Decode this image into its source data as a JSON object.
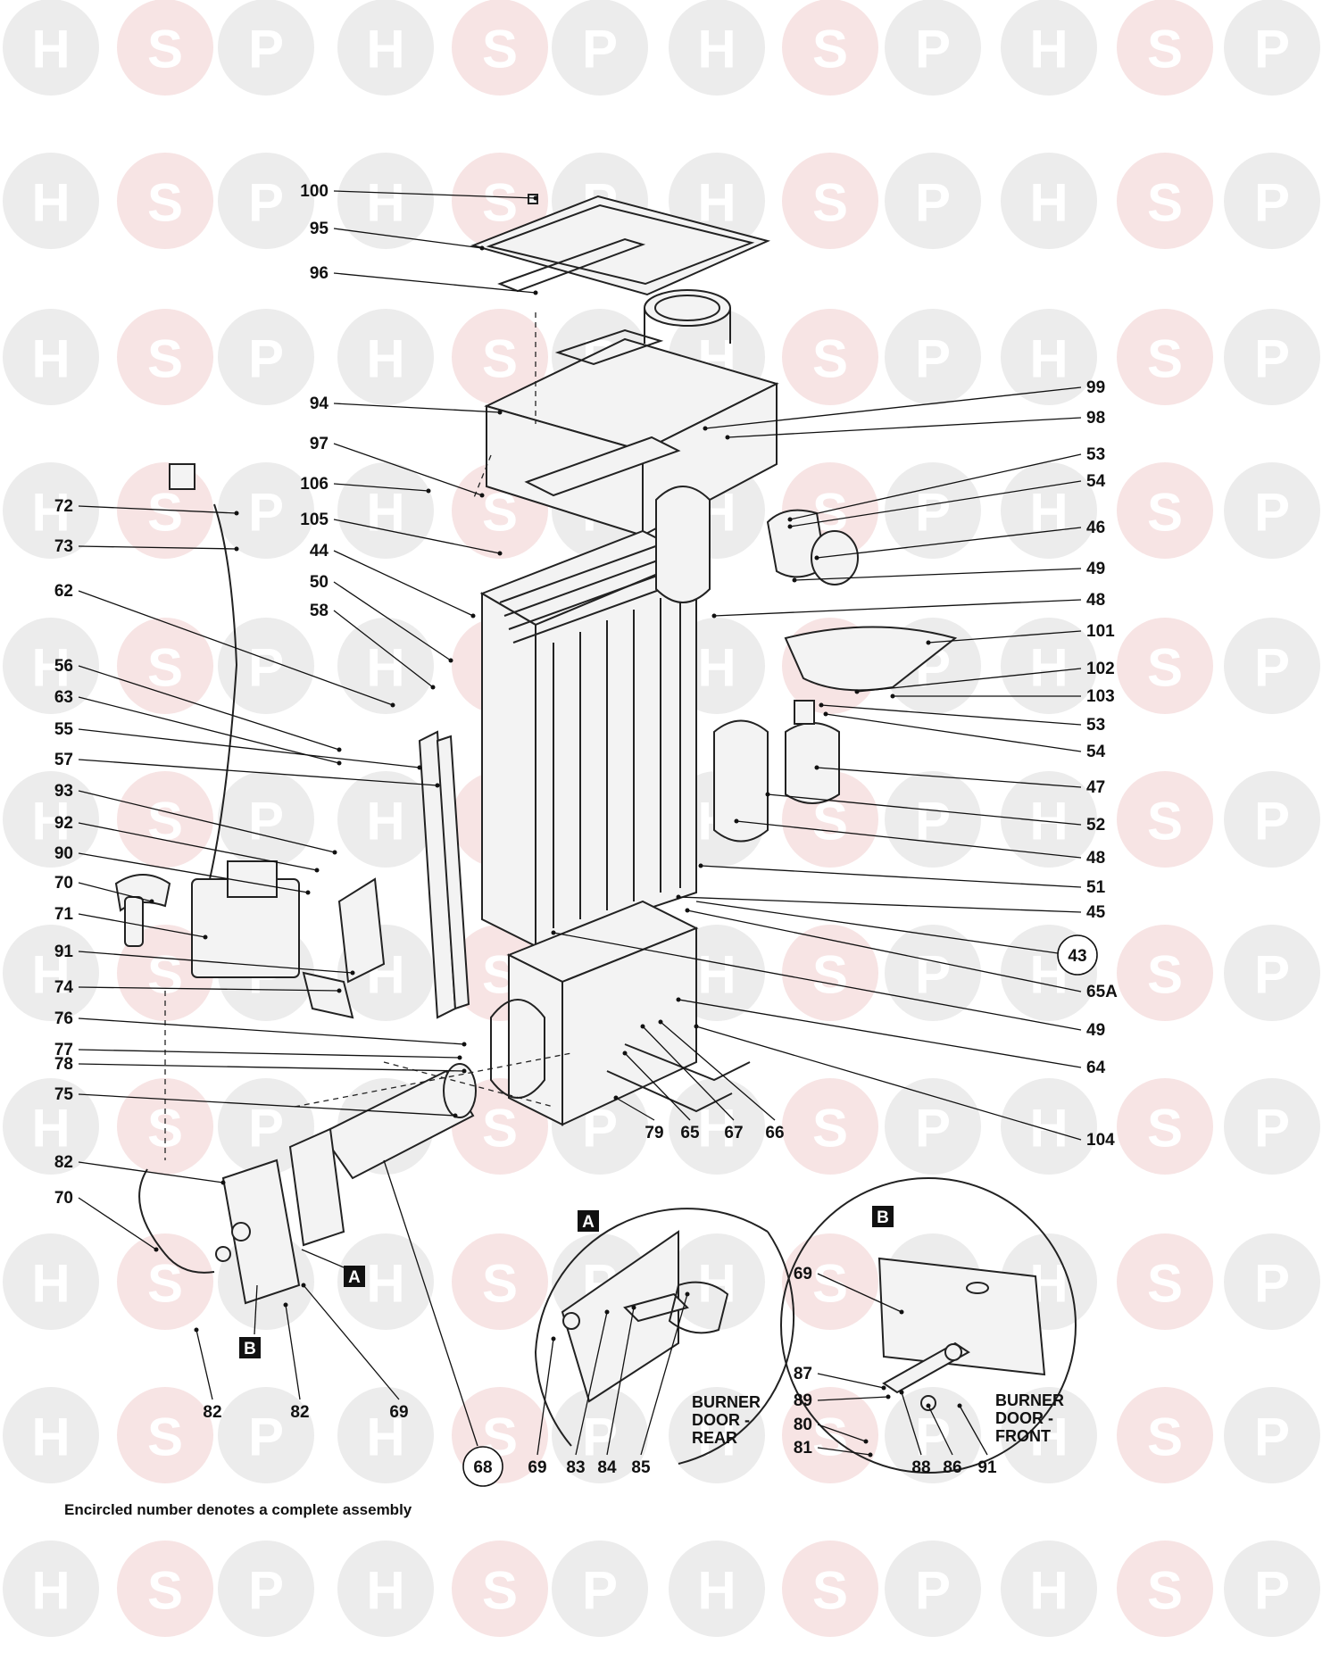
{
  "watermark": {
    "letters": [
      "H",
      "S",
      "P"
    ],
    "circle_colors": [
      "#ececec",
      "#f7e4e4",
      "#ececec"
    ],
    "letter_colors": [
      "#ffffff",
      "#ffffff",
      "#ffffff"
    ]
  },
  "labels_left": [
    "100",
    "95",
    "96",
    "94",
    "97",
    "106",
    "105",
    "44",
    "50",
    "58",
    "72",
    "73",
    "62",
    "56",
    "63",
    "55",
    "57",
    "93",
    "92",
    "90",
    "70",
    "71",
    "91",
    "74",
    "76",
    "77",
    "78",
    "75",
    "82",
    "70"
  ],
  "labels_right": [
    "99",
    "98",
    "53",
    "54",
    "46",
    "49",
    "48",
    "101",
    "102",
    "103",
    "53",
    "54",
    "47",
    "52",
    "48",
    "51",
    "45",
    "43",
    "65A",
    "49",
    "64",
    "104"
  ],
  "labels_bottom_row": [
    "79",
    "65",
    "67",
    "66"
  ],
  "labels_bottom_left": [
    "82",
    "82",
    "69",
    "68"
  ],
  "inset_a": {
    "badge": "A",
    "labels": [
      "69",
      "83",
      "84",
      "85"
    ],
    "caption_lines": [
      "BURNER",
      "DOOR -",
      "REAR"
    ]
  },
  "inset_b": {
    "badge": "B",
    "labels": [
      "69",
      "87",
      "89",
      "80",
      "81",
      "88",
      "86",
      "91"
    ],
    "caption_lines": [
      "BURNER",
      "DOOR -",
      "FRONT"
    ]
  },
  "callout_badges": [
    "A",
    "B"
  ],
  "footnote": "Encircled number denotes a complete assembly"
}
